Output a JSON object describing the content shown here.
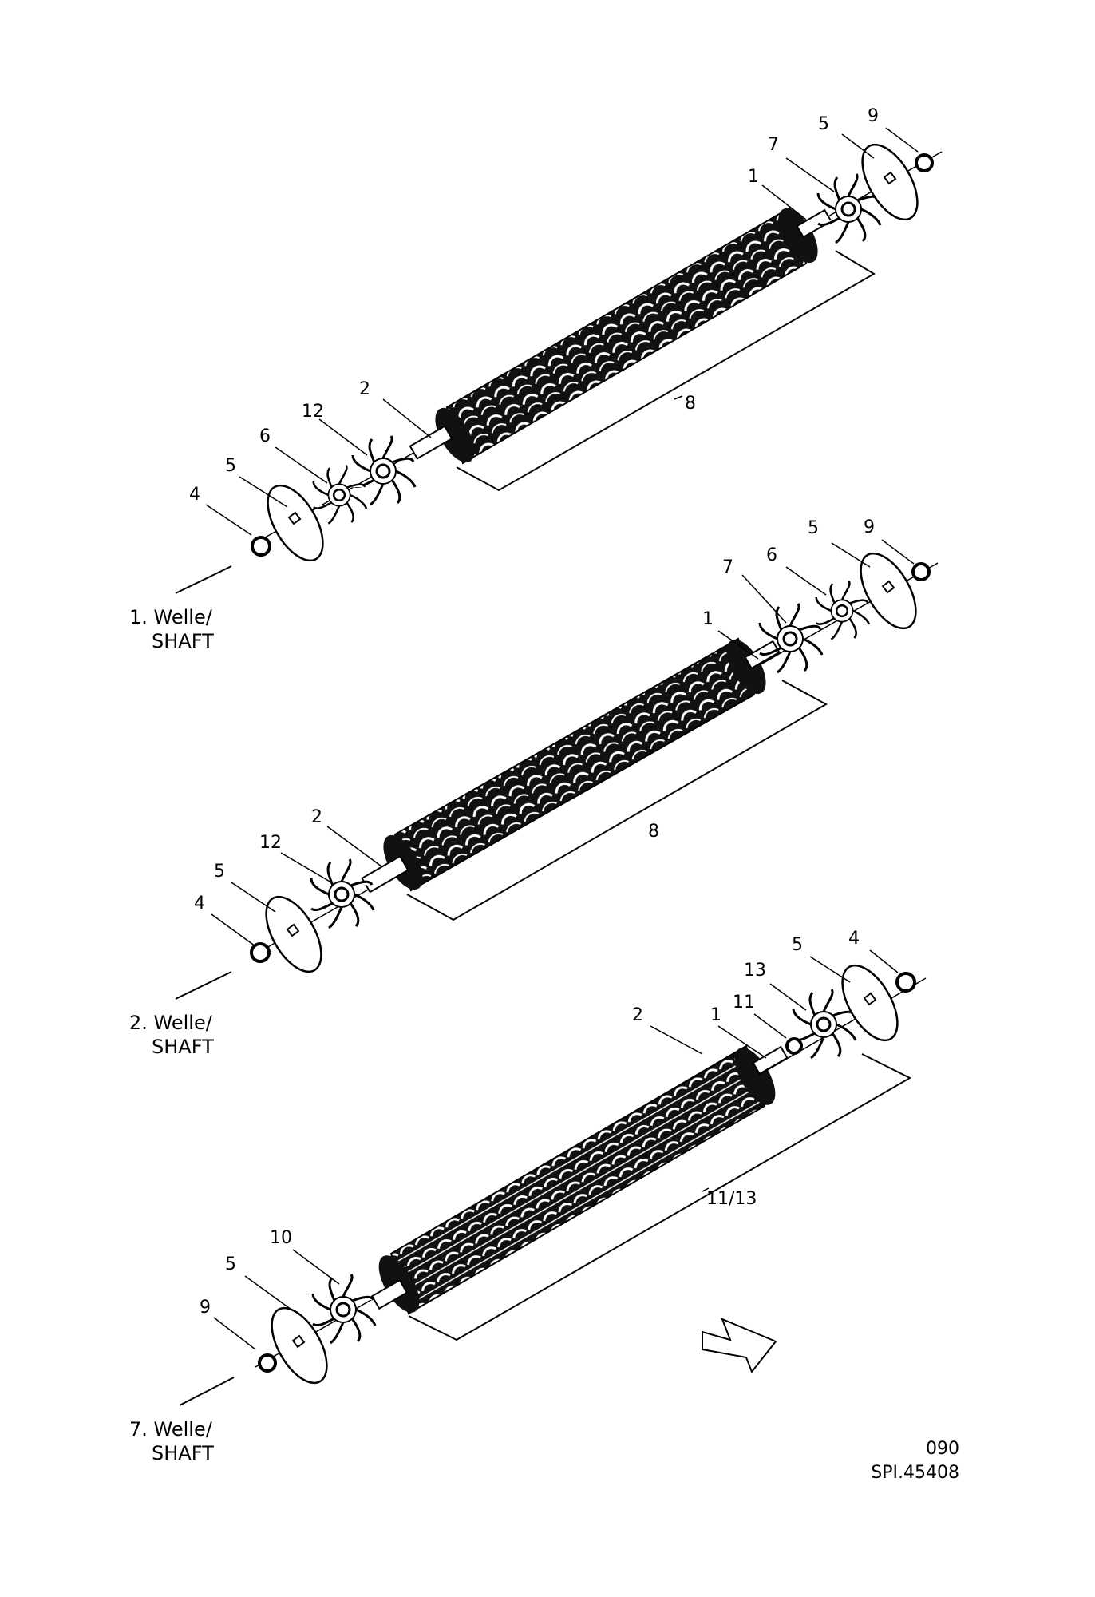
{
  "assemblies": [
    {
      "title_line1": "1. Welle/",
      "title_line2": "SHAFT",
      "callouts": [
        "9",
        "5",
        "7",
        "1",
        "8",
        "2",
        "12",
        "6",
        "5",
        "4"
      ]
    },
    {
      "title_line1": "2. Welle/",
      "title_line2": "SHAFT",
      "callouts": [
        "9",
        "5",
        "6",
        "7",
        "1",
        "8",
        "2",
        "12",
        "5",
        "4"
      ]
    },
    {
      "title_line1": "7. Welle/",
      "title_line2": "SHAFT",
      "callouts": [
        "4",
        "5",
        "13",
        "11",
        "1",
        "2",
        "11/13",
        "10",
        "5",
        "9"
      ]
    }
  ],
  "drawing_code": {
    "number": "090",
    "reference": "SPI.45408"
  }
}
